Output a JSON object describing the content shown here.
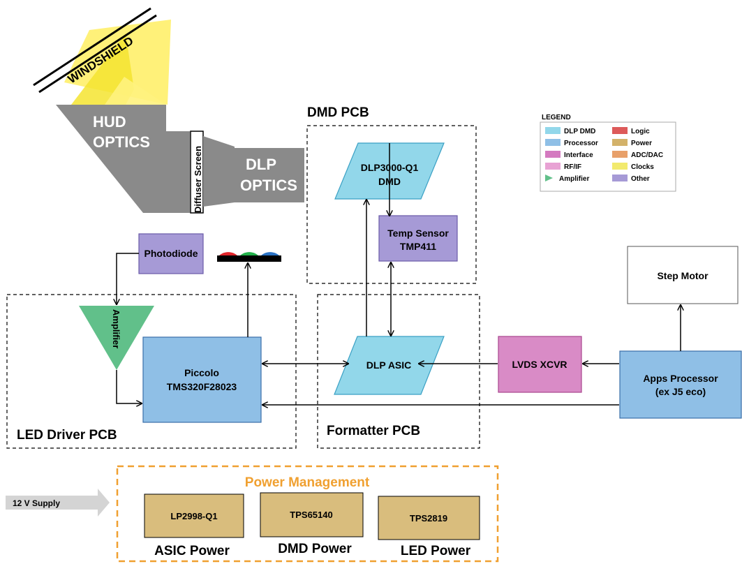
{
  "optics": {
    "windshield": "WINDSHIELD",
    "hud_line1": "HUD",
    "hud_line2": "OPTICS",
    "diffuser": "Diffuser Screen",
    "dlp_line1": "DLP",
    "dlp_line2": "OPTICS"
  },
  "groups": {
    "dmd_pcb": "DMD PCB",
    "led_driver_pcb": "LED Driver PCB",
    "formatter_pcb": "Formatter PCB",
    "power_management": "Power Management"
  },
  "blocks": {
    "dmd_line1": "DLP3000-Q1",
    "dmd_line2": "DMD",
    "temp_line1": "Temp Sensor",
    "temp_line2": "TMP411",
    "photodiode": "Photodiode",
    "amplifier": "Amplifier",
    "piccolo_line1": "Piccolo",
    "piccolo_line2": "TMS320F28023",
    "dlp_asic": "DLP ASIC",
    "lvds": "LVDS XCVR",
    "apps_line1": "Apps Processor",
    "apps_line2": "(ex J5 eco)",
    "step_motor": "Step Motor"
  },
  "power": {
    "supply": "12 V Supply",
    "chips": [
      "LP2998-Q1",
      "TPS65140",
      "TPS2819"
    ],
    "labels": [
      "ASIC Power",
      "DMD Power",
      "LED Power"
    ]
  },
  "legend": {
    "title": "LEGEND",
    "items": [
      {
        "label": "DLP DMD",
        "color": "#92d7ea"
      },
      {
        "label": "Processor",
        "color": "#8fbfe6"
      },
      {
        "label": "Interface",
        "color": "#d47ac0"
      },
      {
        "label": "RF/IF",
        "color": "#e8a2d4"
      },
      {
        "label": "Amplifier",
        "color": "#61c08a"
      },
      {
        "label": "Logic",
        "color": "#dd5a5a"
      },
      {
        "label": "Power",
        "color": "#d3b26a"
      },
      {
        "label": "ADC/DAC",
        "color": "#e8a06a"
      },
      {
        "label": "Clocks",
        "color": "#f2ea6e"
      },
      {
        "label": "Other",
        "color": "#a69ad6"
      }
    ]
  }
}
